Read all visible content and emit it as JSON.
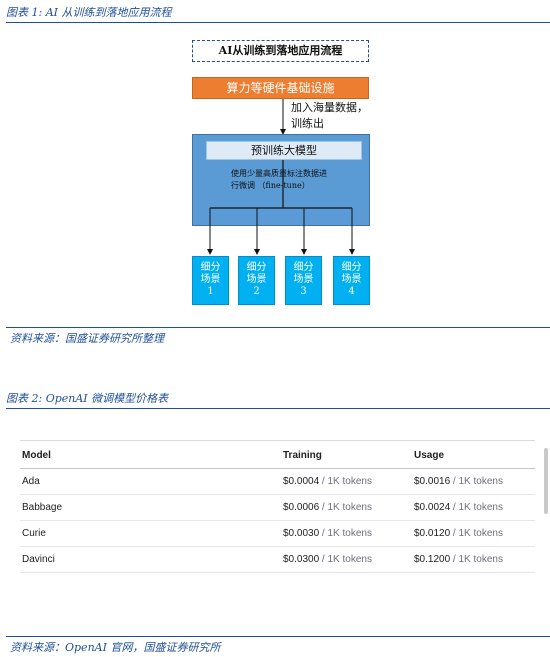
{
  "figure1": {
    "caption": "图表 1:  AI 从训练到落地应用流程",
    "title": "AI从训练到落地应用流程",
    "infra": "算力等硬件基础设施",
    "note_line1": "加入海量数据，",
    "note_line2": "训练出",
    "model": "预训练大模型",
    "finetune_line1": "使用少量高质量标注数据进",
    "finetune_line2": "行微调 （fine-tune）",
    "scenes": [
      {
        "line1": "细分",
        "line2": "场景",
        "num": "1"
      },
      {
        "line1": "细分",
        "line2": "场景",
        "num": "2"
      },
      {
        "line1": "细分",
        "line2": "场景",
        "num": "3"
      },
      {
        "line1": "细分",
        "line2": "场景",
        "num": "4"
      }
    ],
    "source": "资料来源：国盛证券研究所整理"
  },
  "figure2": {
    "caption": "图表 2:  OpenAI 微调模型价格表",
    "headers": {
      "model": "Model",
      "training": "Training",
      "usage": "Usage"
    },
    "rows": [
      {
        "model": "Ada",
        "training_price": "$0.0004",
        "training_unit": " / 1K tokens",
        "usage_price": "$0.0016",
        "usage_unit": " / 1K tokens"
      },
      {
        "model": "Babbage",
        "training_price": "$0.0006",
        "training_unit": " / 1K tokens",
        "usage_price": "$0.0024",
        "usage_unit": " / 1K tokens"
      },
      {
        "model": "Curie",
        "training_price": "$0.0030",
        "training_unit": " / 1K tokens",
        "usage_price": "$0.0120",
        "usage_unit": " / 1K tokens"
      },
      {
        "model": "Davinci",
        "training_price": "$0.0300",
        "training_unit": " / 1K tokens",
        "usage_price": "$0.1200",
        "usage_unit": " / 1K tokens"
      }
    ],
    "source": "资料来源：OpenAI 官网，国盛证券研究所"
  },
  "colors": {
    "caption": "#1f4e9b",
    "infra": "#ed7d31",
    "big_box": "#5b9bd5",
    "model_box": "#deebf7",
    "scene": "#00b0f0"
  }
}
